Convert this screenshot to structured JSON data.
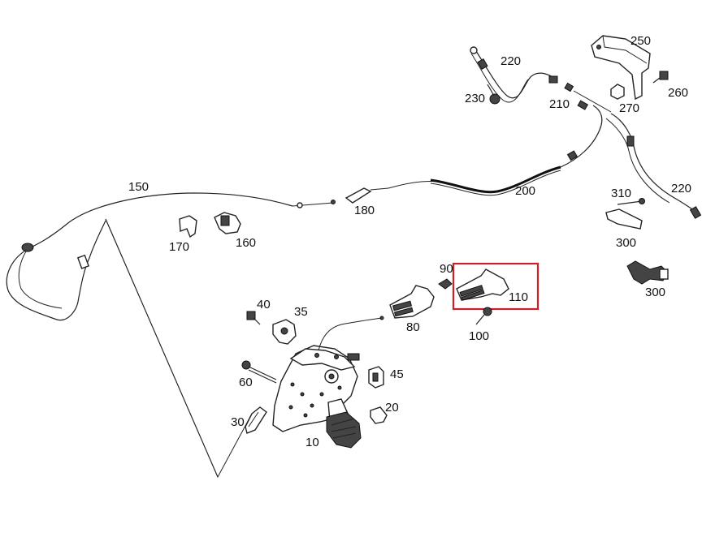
{
  "labels": {
    "p10": "10",
    "p20": "20",
    "p30": "30",
    "p35": "35",
    "p40": "40",
    "p45": "45",
    "p60": "60",
    "p80": "80",
    "p90": "90",
    "p100": "100",
    "p110": "110",
    "p150": "150",
    "p160": "160",
    "p170": "170",
    "p180": "180",
    "p200": "200",
    "p210": "210",
    "p220a": "220",
    "p220b": "220",
    "p230": "230",
    "p250": "250",
    "p260": "260",
    "p270": "270",
    "p300a": "300",
    "p300b": "300",
    "p310": "310"
  },
  "highlight": {
    "part": "110",
    "color": "#cc1f2a"
  }
}
